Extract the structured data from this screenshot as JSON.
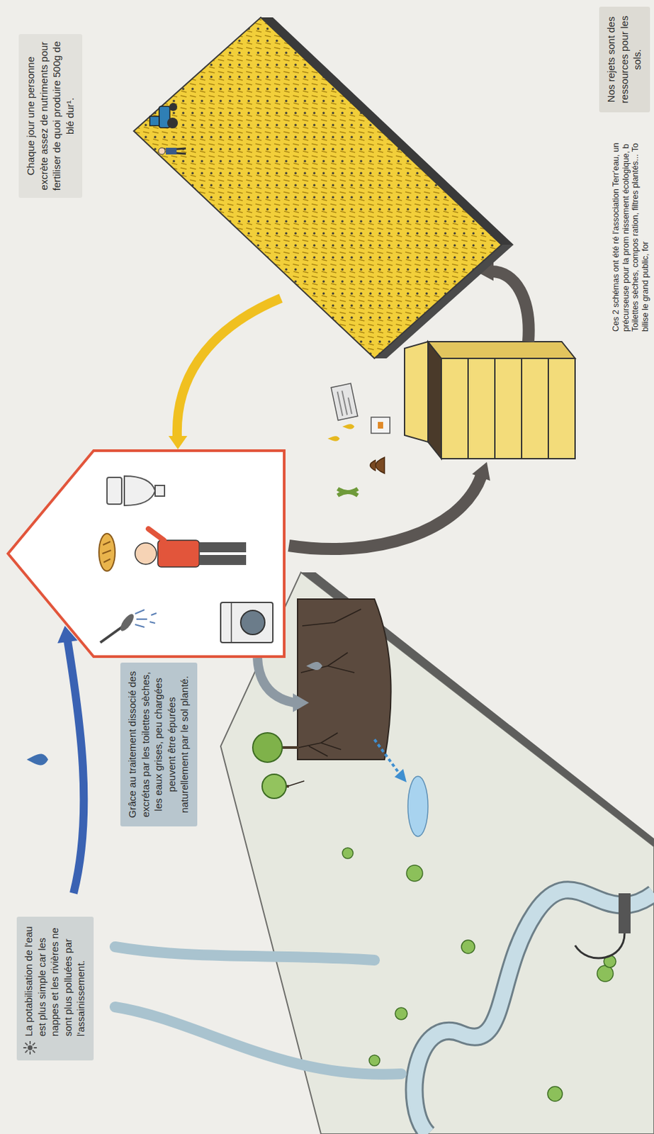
{
  "diagram": {
    "nodes": [
      {
        "text": [
          "La potabilisation de l'eau est plus simple car les nappes et les rivières ne sont plus polluées par l'assainissement."
        ]
      },
      {
        "text": [
          "Chaque jour une personne excrète assez de nutriments pour fertiliser de quoi produire 500g de blé dur¹."
        ]
      },
      {
        "text": [
          "Grâce au traitement dissocié des excrétas par les toilettes sèches, les eaux grises, peu chargées peuvent être épurées naturellement par le sol planté."
        ]
      },
      {
        "text": [
          "Nos rejets sont des ressources pour les sols."
        ]
      }
    ],
    "labels": [
      "Ces 2 schémas ont été ré l'association Terr'eau, un précurseuse pour la prom nissement écologique, b Toilettes sèches, compos ration, filtres plantés... To bilise le grand public, for"
    ]
  }
}
